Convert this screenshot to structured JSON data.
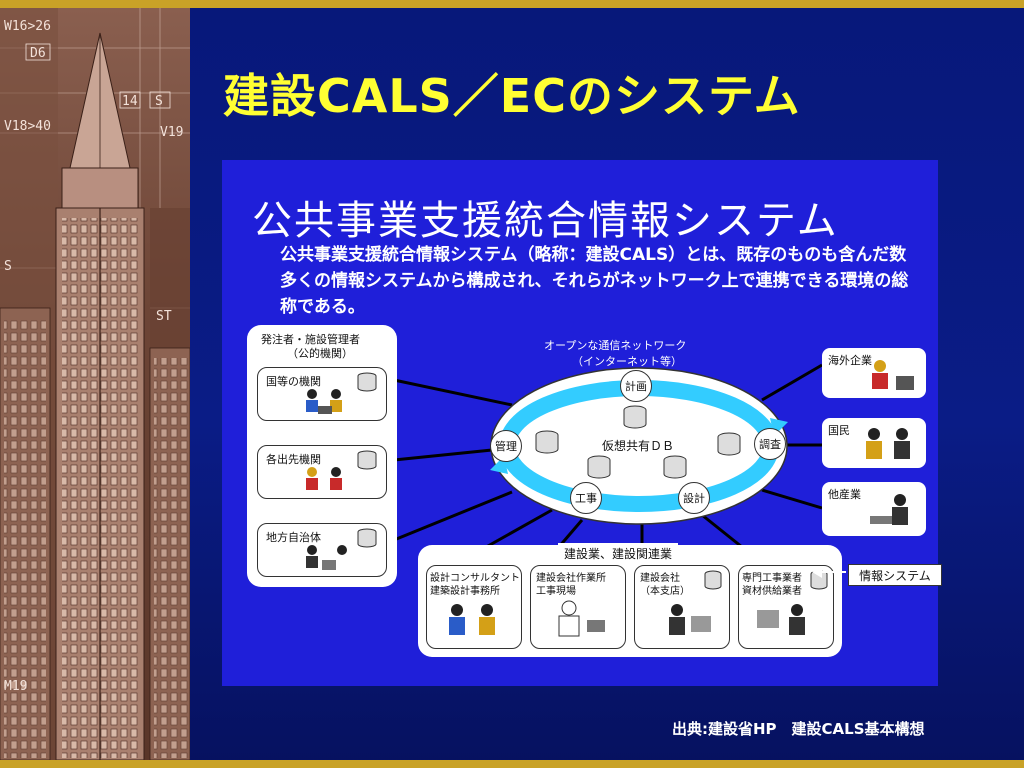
{
  "slide": {
    "title": "建設CALS／ECのシステム",
    "source": "出典:建設省HP　建設CALS基本構想",
    "colors": {
      "background": "#07187a",
      "title": "#ffff33",
      "accent_bar": "#c9a227",
      "figure_bg": "#1f1fd9",
      "ring": "#33ccff"
    }
  },
  "side_decoration": {
    "labels": [
      "W16>26",
      "D6",
      "14",
      "S",
      "V18>40",
      "V19",
      "S",
      "ST",
      "M19"
    ]
  },
  "figure": {
    "title": "公共事業支援統合情報システム",
    "description": "公共事業支援統合情報システム（略称：建設CALS）とは、既存のものも含んだ数多くの情報システムから構成され、それらがネットワーク上で連携できる環境の総称である。",
    "network": {
      "caption_line1": "オープンな通信ネットワーク",
      "caption_line2": "（インターネット等）",
      "center_label": "仮想共有ＤＢ",
      "nodes": [
        "計画",
        "管理",
        "調査",
        "工事",
        "設計"
      ]
    },
    "orderer": {
      "title_line1": "発注者・施設管理者",
      "title_line2": "（公的機関）",
      "items": [
        "国等の機関",
        "各出先機関",
        "地方自治体"
      ]
    },
    "right_groups": [
      "海外企業",
      "国民",
      "他産業"
    ],
    "industry": {
      "title": "建設業、建設関連業",
      "items": [
        {
          "line1": "設計コンサルタント",
          "line2": "建築設計事務所"
        },
        {
          "line1": "建設会社作業所",
          "line2": "工事現場"
        },
        {
          "line1": "建設会社",
          "line2": "（本支店）"
        },
        {
          "line1": "専門工事業者",
          "line2": "資材供給業者"
        }
      ]
    },
    "info_system_label": "情報システム"
  }
}
